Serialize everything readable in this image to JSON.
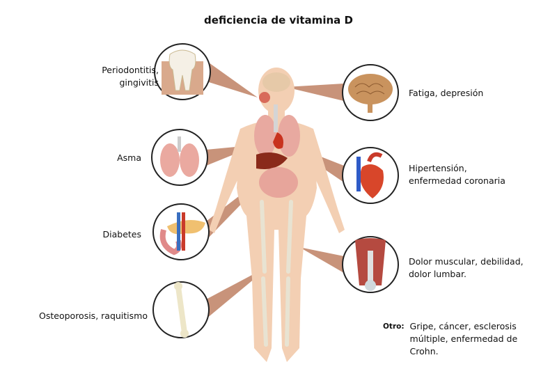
{
  "title": "deficiencia de vitamina D",
  "conditions": {
    "periodontitis": "Periodontitis,\ngingivitis",
    "asma": "Asma",
    "diabetes": "Diabetes",
    "osteoporosis": "Osteoporosis, raquitismo",
    "fatiga": "Fatiga, depresión",
    "hipertension": "Hipertensión,\nenfermedad coronaria",
    "dolor": "Dolor muscular, debilidad,\ndolor lumbar."
  },
  "other": {
    "label": "Otro:",
    "text": "Gripe, cáncer, esclerosis múltiple, enfermedad de Crohn."
  },
  "colors": {
    "skin": "#f3cfb3",
    "pointer": "#c8937a",
    "circle_border": "#222222"
  }
}
